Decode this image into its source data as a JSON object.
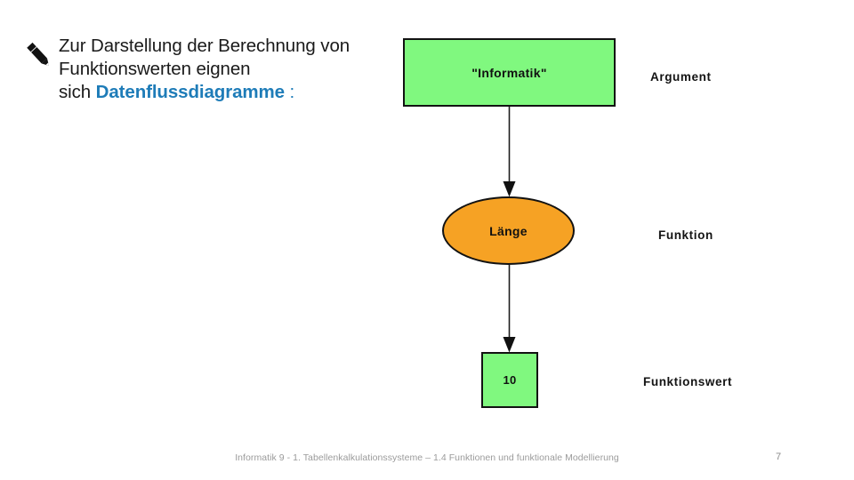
{
  "slide": {
    "bullet": {
      "icon": "pencil-icon",
      "lines": [
        "Zur Darstellung der Berechnung von",
        "Funktionswerten eignen"
      ],
      "last_line_prefix": "sich ",
      "highlight": "Datenflussdiagramme",
      "highlight_suffix": " :",
      "highlight_color": "#1e7cb8"
    },
    "diagram": {
      "type": "dataflow",
      "nodes": [
        {
          "id": "input",
          "shape": "rectangle",
          "label": "\"Informatik\"",
          "fill": "#80f87f",
          "stroke": "#121212",
          "role": "Argument"
        },
        {
          "id": "func",
          "shape": "ellipse",
          "label": "Länge",
          "fill": "#f6a224",
          "stroke": "#121212",
          "role": "Funktion"
        },
        {
          "id": "output",
          "shape": "rectangle",
          "label": "10",
          "fill": "#80f87f",
          "stroke": "#121212",
          "role": "Funktionswert"
        }
      ],
      "edges": [
        {
          "from": "input",
          "to": "func",
          "style": "arrow-down"
        },
        {
          "from": "func",
          "to": "output",
          "style": "arrow-down"
        }
      ],
      "annotations": [
        {
          "key": "argument",
          "text": "Argument"
        },
        {
          "key": "funktion",
          "text": "Funktion"
        },
        {
          "key": "funktionswert",
          "text": "Funktionswert"
        }
      ]
    },
    "footer": {
      "text": "Informatik 9 - 1. Tabellenkalkulationssysteme – 1.4 Funktionen und funktionale Modellierung",
      "page_number": "7"
    }
  }
}
